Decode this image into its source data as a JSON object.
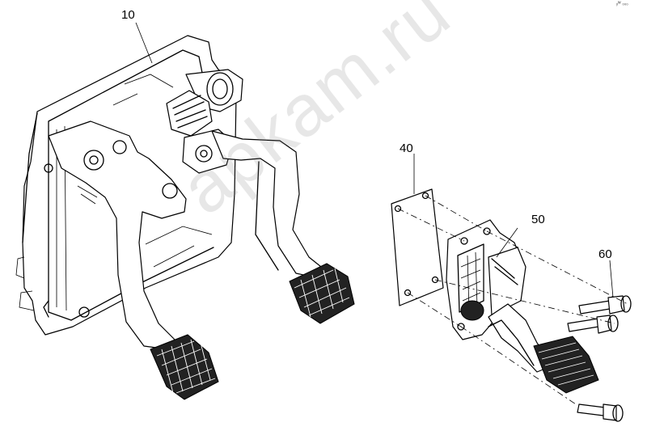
{
  "callouts": {
    "pedal_box": "10",
    "spacer_plate": "40",
    "accelerator_pedal": "50",
    "bolt": "60"
  },
  "corner_mark": "ᵧᵂ ₀₀₀",
  "watermark": "apkam.ru"
}
